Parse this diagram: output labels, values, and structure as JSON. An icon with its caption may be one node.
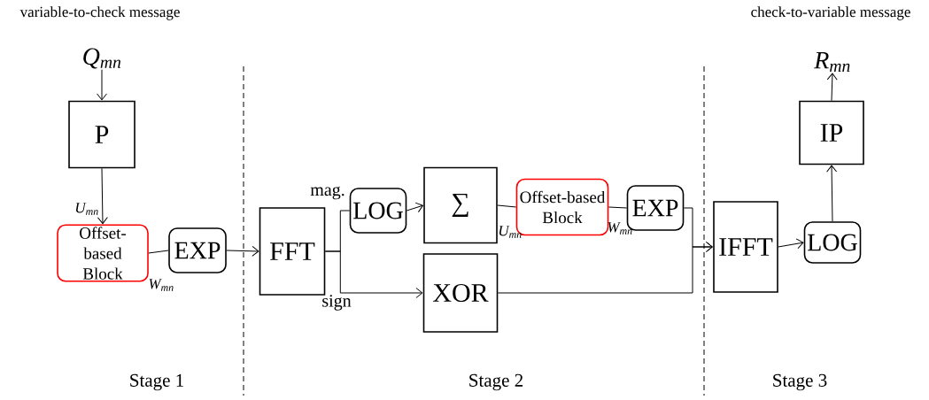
{
  "diagram": {
    "nodes": [
      {
        "text": [
          "Q$_{mn}$"
        ]
      },
      {
        "text": [
          "P"
        ]
      },
      {
        "text": [
          "Offset-based Block"
        ]
      },
      {
        "text": [
          "EXP"
        ]
      },
      {
        "text": [
          "FFT"
        ]
      },
      {
        "text": [
          "LOG"
        ]
      },
      {
        "text": [
          "∑"
        ]
      },
      {
        "text": [
          "XOR"
        ]
      },
      {
        "text": [
          "Offset-based Block"
        ]
      },
      {
        "text": [
          "EXP"
        ]
      },
      {
        "text": [
          "IFFT"
        ]
      },
      {
        "text": [
          "LOG"
        ]
      },
      {
        "text": [
          "IP"
        ]
      },
      {
        "text": [
          "R$_{mn}$"
        ]
      }
    ],
    "edges": [
      {
        "from": 0,
        "to": 1,
        "arrow": "to"
      },
      {
        "from": 1,
        "to": 2,
        "arrow": "to",
        "label": "U$_{mn}$"
      },
      {
        "from": 2,
        "to": 3,
        "arrow": "none",
        "label": "W$_{mn}$"
      },
      {
        "from": 3,
        "to": 4,
        "arrow": "to"
      },
      {
        "from": 4,
        "to": 5,
        "arrow": "none",
        "label": "mag."
      },
      {
        "from": 4,
        "to": 7,
        "arrow": "to",
        "label": "sign"
      },
      {
        "from": 5,
        "to": 6,
        "arrow": "to"
      },
      {
        "from": 6,
        "to": 8,
        "arrow": "none",
        "label": "U$_{mn}$"
      },
      {
        "from": 8,
        "to": 9,
        "arrow": "none",
        "label": "W$_{mn}$"
      },
      {
        "from": 9,
        "to": 10,
        "arrow": "to"
      },
      {
        "from": 7,
        "to": 10,
        "arrow": "to"
      },
      {
        "from": 10,
        "to": 11,
        "arrow": "to"
      },
      {
        "from": 11,
        "to": 12,
        "arrow": "to"
      },
      {
        "from": 12,
        "to": 13,
        "arrow": "to"
      }
    ],
    "labels": [
      "variable-to-check message",
      "check-to-variable message",
      "Stage 1",
      "Stage 2",
      "Stage 3"
    ]
  }
}
